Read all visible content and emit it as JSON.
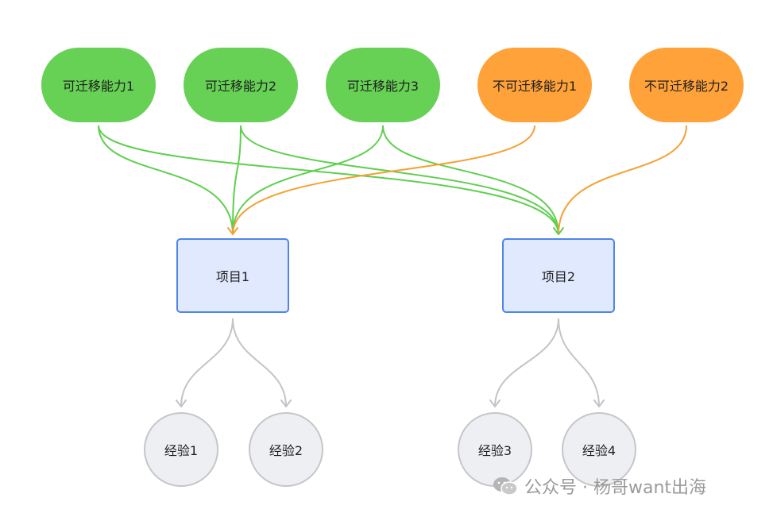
{
  "skills": [
    {
      "id": "s1",
      "label": "可迁移能力1",
      "kind": "transferable",
      "targets": [
        "p1",
        "p2"
      ]
    },
    {
      "id": "s2",
      "label": "可迁移能力2",
      "kind": "transferable",
      "targets": [
        "p1",
        "p2"
      ]
    },
    {
      "id": "s3",
      "label": "可迁移能力3",
      "kind": "transferable",
      "targets": [
        "p1",
        "p2"
      ]
    },
    {
      "id": "s4",
      "label": "不可迁移能力1",
      "kind": "nontransferable",
      "targets": [
        "p1"
      ]
    },
    {
      "id": "s5",
      "label": "不可迁移能力2",
      "kind": "nontransferable",
      "targets": [
        "p2"
      ]
    }
  ],
  "projects": [
    {
      "id": "p1",
      "label": "项目1",
      "experiences": [
        "e1",
        "e2"
      ]
    },
    {
      "id": "p2",
      "label": "项目2",
      "experiences": [
        "e3",
        "e4"
      ]
    }
  ],
  "experiences": [
    {
      "id": "e1",
      "label": "经验1"
    },
    {
      "id": "e2",
      "label": "经验2"
    },
    {
      "id": "e3",
      "label": "经验3"
    },
    {
      "id": "e4",
      "label": "经验4"
    }
  ],
  "colors": {
    "transferable_fill": "#66d155",
    "transferable_edge": "#5fcf4f",
    "nontransferable_fill": "#ffa23a",
    "nontransferable_edge": "#f5a033",
    "project_fill": "#e0e9fd",
    "project_stroke": "#4f86e8",
    "experience_fill": "#eeeff2",
    "experience_stroke": "#c5c6c9",
    "experience_edge": "#c3c4c7"
  },
  "watermark": {
    "icon": "wechat-icon",
    "text": "公众号 · 杨哥want出海"
  }
}
